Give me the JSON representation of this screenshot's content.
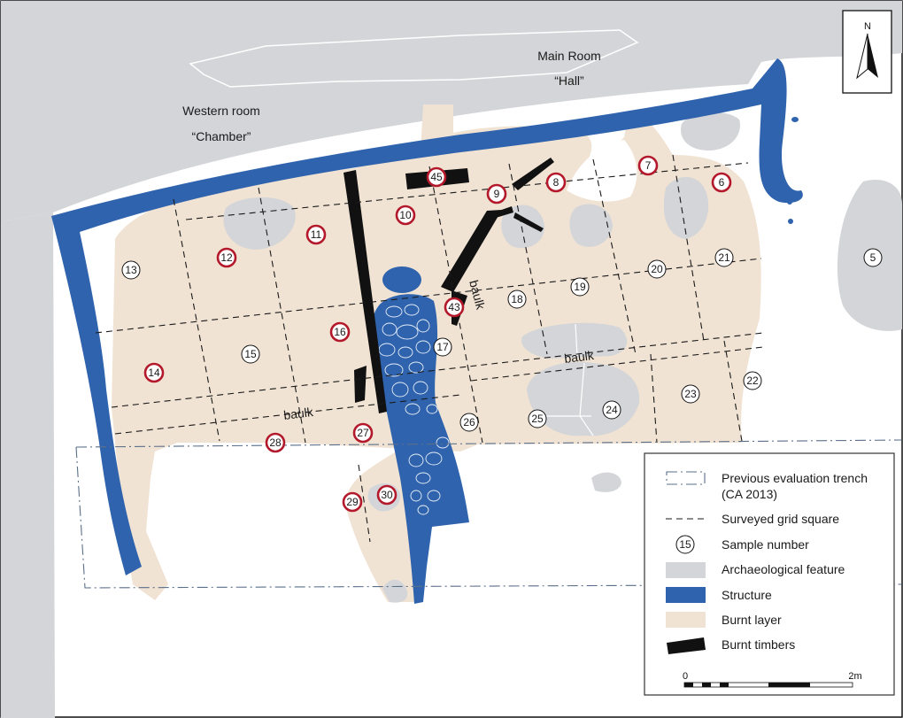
{
  "compass": {
    "label": "N"
  },
  "rooms": {
    "main_room": "Main Room",
    "main_room_sub": "“Hall”",
    "western_room": "Western room",
    "western_room_sub": "“Chamber”"
  },
  "baulk_labels": [
    "baulk",
    "baulk",
    "baulk"
  ],
  "samples": [
    {
      "number": "45",
      "highlighted": true
    },
    {
      "number": "9",
      "highlighted": true
    },
    {
      "number": "8",
      "highlighted": true
    },
    {
      "number": "7",
      "highlighted": true
    },
    {
      "number": "6",
      "highlighted": true
    },
    {
      "number": "10",
      "highlighted": true
    },
    {
      "number": "11",
      "highlighted": true
    },
    {
      "number": "12",
      "highlighted": true
    },
    {
      "number": "13",
      "highlighted": false
    },
    {
      "number": "43",
      "highlighted": true
    },
    {
      "number": "18",
      "highlighted": false
    },
    {
      "number": "19",
      "highlighted": false
    },
    {
      "number": "20",
      "highlighted": false
    },
    {
      "number": "21",
      "highlighted": false
    },
    {
      "number": "5",
      "highlighted": false
    },
    {
      "number": "16",
      "highlighted": true
    },
    {
      "number": "15",
      "highlighted": false
    },
    {
      "number": "14",
      "highlighted": true
    },
    {
      "number": "17",
      "highlighted": false
    },
    {
      "number": "22",
      "highlighted": false
    },
    {
      "number": "23",
      "highlighted": false
    },
    {
      "number": "24",
      "highlighted": false
    },
    {
      "number": "25",
      "highlighted": false
    },
    {
      "number": "26",
      "highlighted": false
    },
    {
      "number": "27",
      "highlighted": true
    },
    {
      "number": "28",
      "highlighted": true
    },
    {
      "number": "29",
      "highlighted": true
    },
    {
      "number": "30",
      "highlighted": true
    }
  ],
  "legend": {
    "items": [
      {
        "label": "Previous evaluation trench",
        "label2": "(CA 2013)"
      },
      {
        "label": "Surveyed grid square"
      },
      {
        "label": "Sample number",
        "symbol_text": "15"
      },
      {
        "label": "Archaeological feature"
      },
      {
        "label": "Structure"
      },
      {
        "label": "Burnt layer"
      },
      {
        "label": "Burnt timbers"
      }
    ]
  },
  "scale_bar": {
    "start_label": "0",
    "end_label": "2m"
  },
  "colors": {
    "archaeological_feature": "#d3d5d8",
    "structure": "#2f63ad",
    "burnt_layer": "#f1e3d3",
    "burnt_timbers": "#111111",
    "sample_ring_highlight": "#b3192b",
    "trench_line": "#5a6f8a"
  }
}
